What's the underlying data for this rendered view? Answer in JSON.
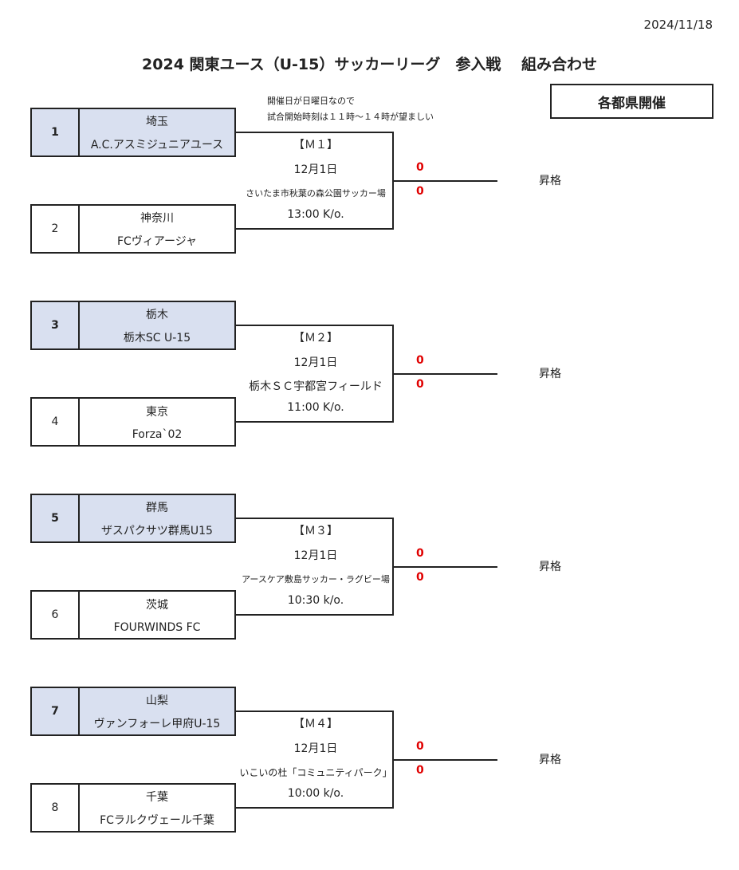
{
  "date": "2024/11/18",
  "title": "2024 関東ユース（U-15）サッカーリーグ　参入戦　 組み合わせ",
  "host_label": "各都県開催",
  "notes": [
    "開催日が日曜日なので",
    "試合開始時刻は１１時〜１４時が望ましい"
  ],
  "matches": [
    {
      "code": "【Ｍ１】",
      "date": "12月1日",
      "venue": "さいたま市秋葉の森公園サッカー場",
      "kickoff": "13:00 K/o.",
      "score_top": "0",
      "score_bottom": "0",
      "result": "昇格",
      "top": {
        "num": "1",
        "pref": "埼玉",
        "team": "A.C.アスミジュニアユース"
      },
      "bottom": {
        "num": "2",
        "pref": "神奈川",
        "team": "FCヴィアージャ"
      }
    },
    {
      "code": "【Ｍ２】",
      "date": "12月1日",
      "venue": "栃木ＳＣ宇都宮フィールド",
      "kickoff": "11:00 K/o.",
      "score_top": "0",
      "score_bottom": "0",
      "result": "昇格",
      "top": {
        "num": "3",
        "pref": "栃木",
        "team": "栃木SC U-15"
      },
      "bottom": {
        "num": "4",
        "pref": "東京",
        "team": "Forza`02"
      }
    },
    {
      "code": "【Ｍ３】",
      "date": "12月1日",
      "venue": "アースケア敷島サッカー・ラグビー場",
      "kickoff": "10:30 k/o.",
      "score_top": "0",
      "score_bottom": "0",
      "result": "昇格",
      "top": {
        "num": "5",
        "pref": "群馬",
        "team": "ザスパクサツ群馬U15"
      },
      "bottom": {
        "num": "6",
        "pref": "茨城",
        "team": "FOURWINDS FC"
      }
    },
    {
      "code": "【Ｍ４】",
      "date": "12月1日",
      "venue": "いこいの杜「コミュニティパーク」",
      "kickoff": "10:00 k/o.",
      "score_top": "0",
      "score_bottom": "0",
      "result": "昇格",
      "top": {
        "num": "7",
        "pref": "山梨",
        "team": "ヴァンフォーレ甲府U-15"
      },
      "bottom": {
        "num": "8",
        "pref": "千葉",
        "team": "FCラルクヴェール千葉"
      }
    }
  ]
}
